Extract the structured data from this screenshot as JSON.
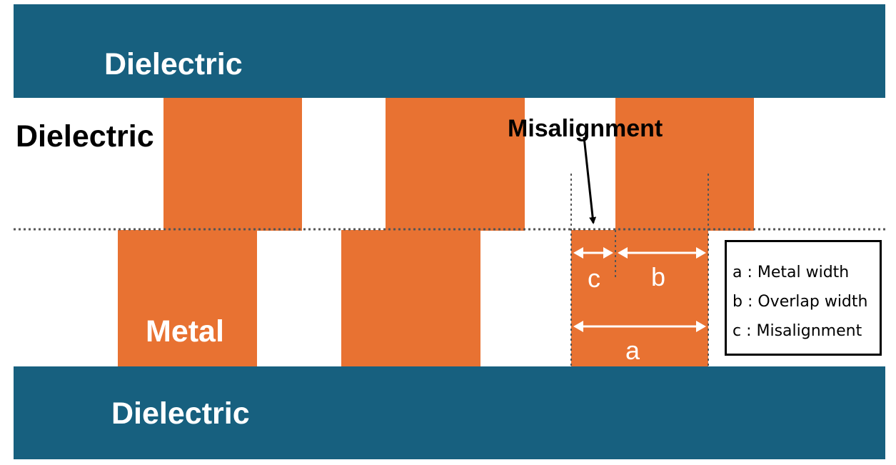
{
  "labels": {
    "top_dielectric": "Dielectric",
    "middle_dielectric": "Dielectric",
    "bottom_dielectric": "Dielectric",
    "metal": "Metal",
    "misalignment": "Misalignment",
    "dim_a": "a",
    "dim_b": "b",
    "dim_c": "c"
  },
  "legend": [
    "a : Metal width",
    "b : Overlap width",
    "c : Misalignment"
  ],
  "colors": {
    "dielectric": "#17607f",
    "metal": "#e87232",
    "white": "#ffffff",
    "line": "#444444"
  }
}
